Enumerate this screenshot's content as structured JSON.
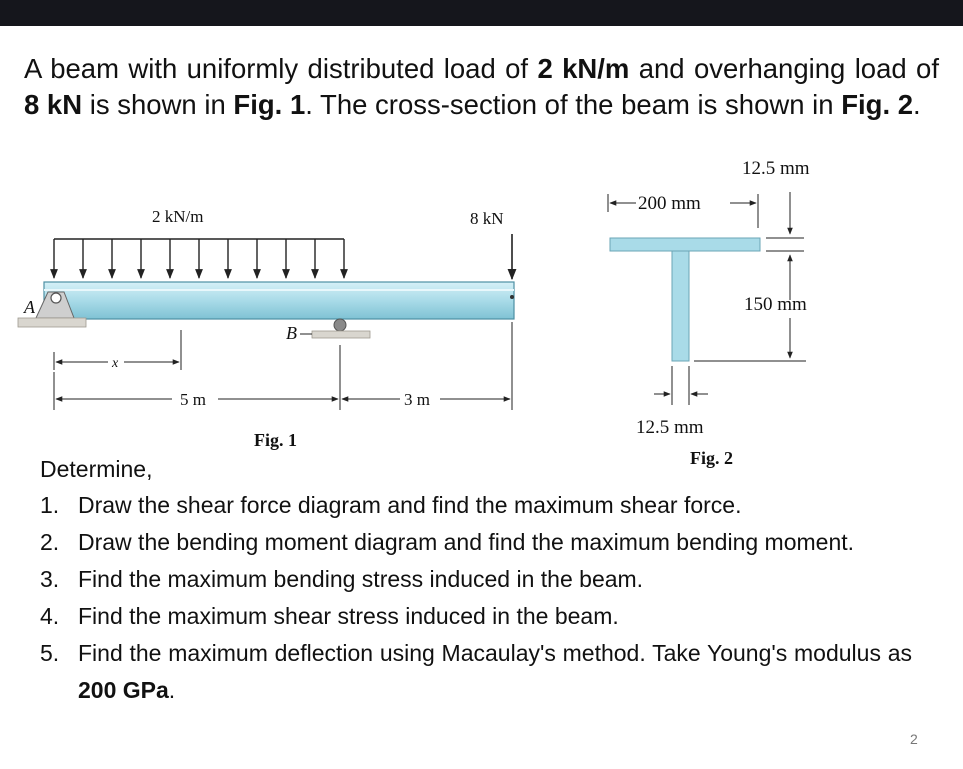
{
  "intro": {
    "p1": "A beam with uniformly distributed load of ",
    "b1": "2 kN/m",
    "p2": " and overhanging load of ",
    "b2": "8 kN",
    "p3": " is shown in ",
    "b3": "Fig. 1",
    "p4": ". The cross-section of the beam is shown in ",
    "b4": "Fig. 2",
    "p5": "."
  },
  "fig1": {
    "udl_label": "2 kN/m",
    "point_label": "8 kN",
    "support_a": "A",
    "support_b": "B",
    "x_label": "x",
    "span1": "5 m",
    "span2": "3 m",
    "caption": "Fig. 1"
  },
  "fig2": {
    "top_thickness": "12.5 mm",
    "flange_width": "200 mm",
    "web_height": "150 mm",
    "web_thickness": "12.5 mm",
    "caption": "Fig. 2"
  },
  "determine": "Determine,",
  "tasks": [
    {
      "num": "1.",
      "text": "Draw the shear force diagram and find the maximum shear force."
    },
    {
      "num": "2.",
      "text": "Draw the bending moment diagram and find the maximum bending moment."
    },
    {
      "num": "3.",
      "text": "Find the maximum bending stress induced in the beam."
    },
    {
      "num": "4.",
      "text": "Find the maximum shear stress induced in the beam."
    },
    {
      "num": "5.",
      "text": "Find the maximum deflection using Macaulay's method. Take Young's modulus as ",
      "bold": "200 GPa",
      "tail": "."
    }
  ],
  "page_number": "2",
  "colors": {
    "beam": "#a9dbe8",
    "beam_edge": "#4d8fa3",
    "topbar": "#15161c"
  }
}
